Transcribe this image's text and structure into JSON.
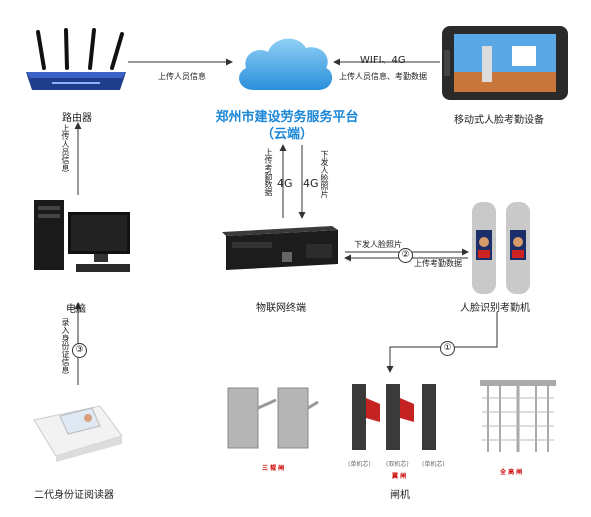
{
  "platform": {
    "title_line1": "郑州市建设劳务服务平台",
    "title_line2": "（云端）"
  },
  "router": {
    "label": "路由器"
  },
  "mobile": {
    "label": "移动式人脸考勤设备"
  },
  "computer": {
    "label": "电脑"
  },
  "reader": {
    "label": "二代身份证阅读器"
  },
  "iot": {
    "label": "物联网终端"
  },
  "face": {
    "label": "人脸识别考勤机"
  },
  "gates": {
    "label": "闸机",
    "tag_tripod": "三 辊 闸",
    "tag_wing": "翼 闸",
    "tag_full": "全 高 闸",
    "tag_small_a": "(单机芯)",
    "tag_small_b": "(双机芯)",
    "tag_small_c": "(单机芯)"
  },
  "edges": {
    "router_to_cloud": "上传人员信息",
    "mobile_to_cloud_1": "WIFI、4G",
    "mobile_to_cloud_2": "上传人员信息、考勤数据",
    "computer_to_router": "上传人员信息",
    "iot_up_text": "上传考勤数据",
    "iot_up_net": "4G",
    "cloud_down_net": "4G",
    "cloud_down_text": "下发人脸照片",
    "iot_to_face": "下发人脸照片",
    "face_to_iot": "上传考勤数据",
    "reader_to_computer": "录入身份证信息",
    "num1": "①",
    "num2": "②",
    "num3": "③"
  },
  "colors": {
    "title": "#1a86d8",
    "cloud_top": "#7cc4f2",
    "cloud_bottom": "#2a8fdc"
  }
}
